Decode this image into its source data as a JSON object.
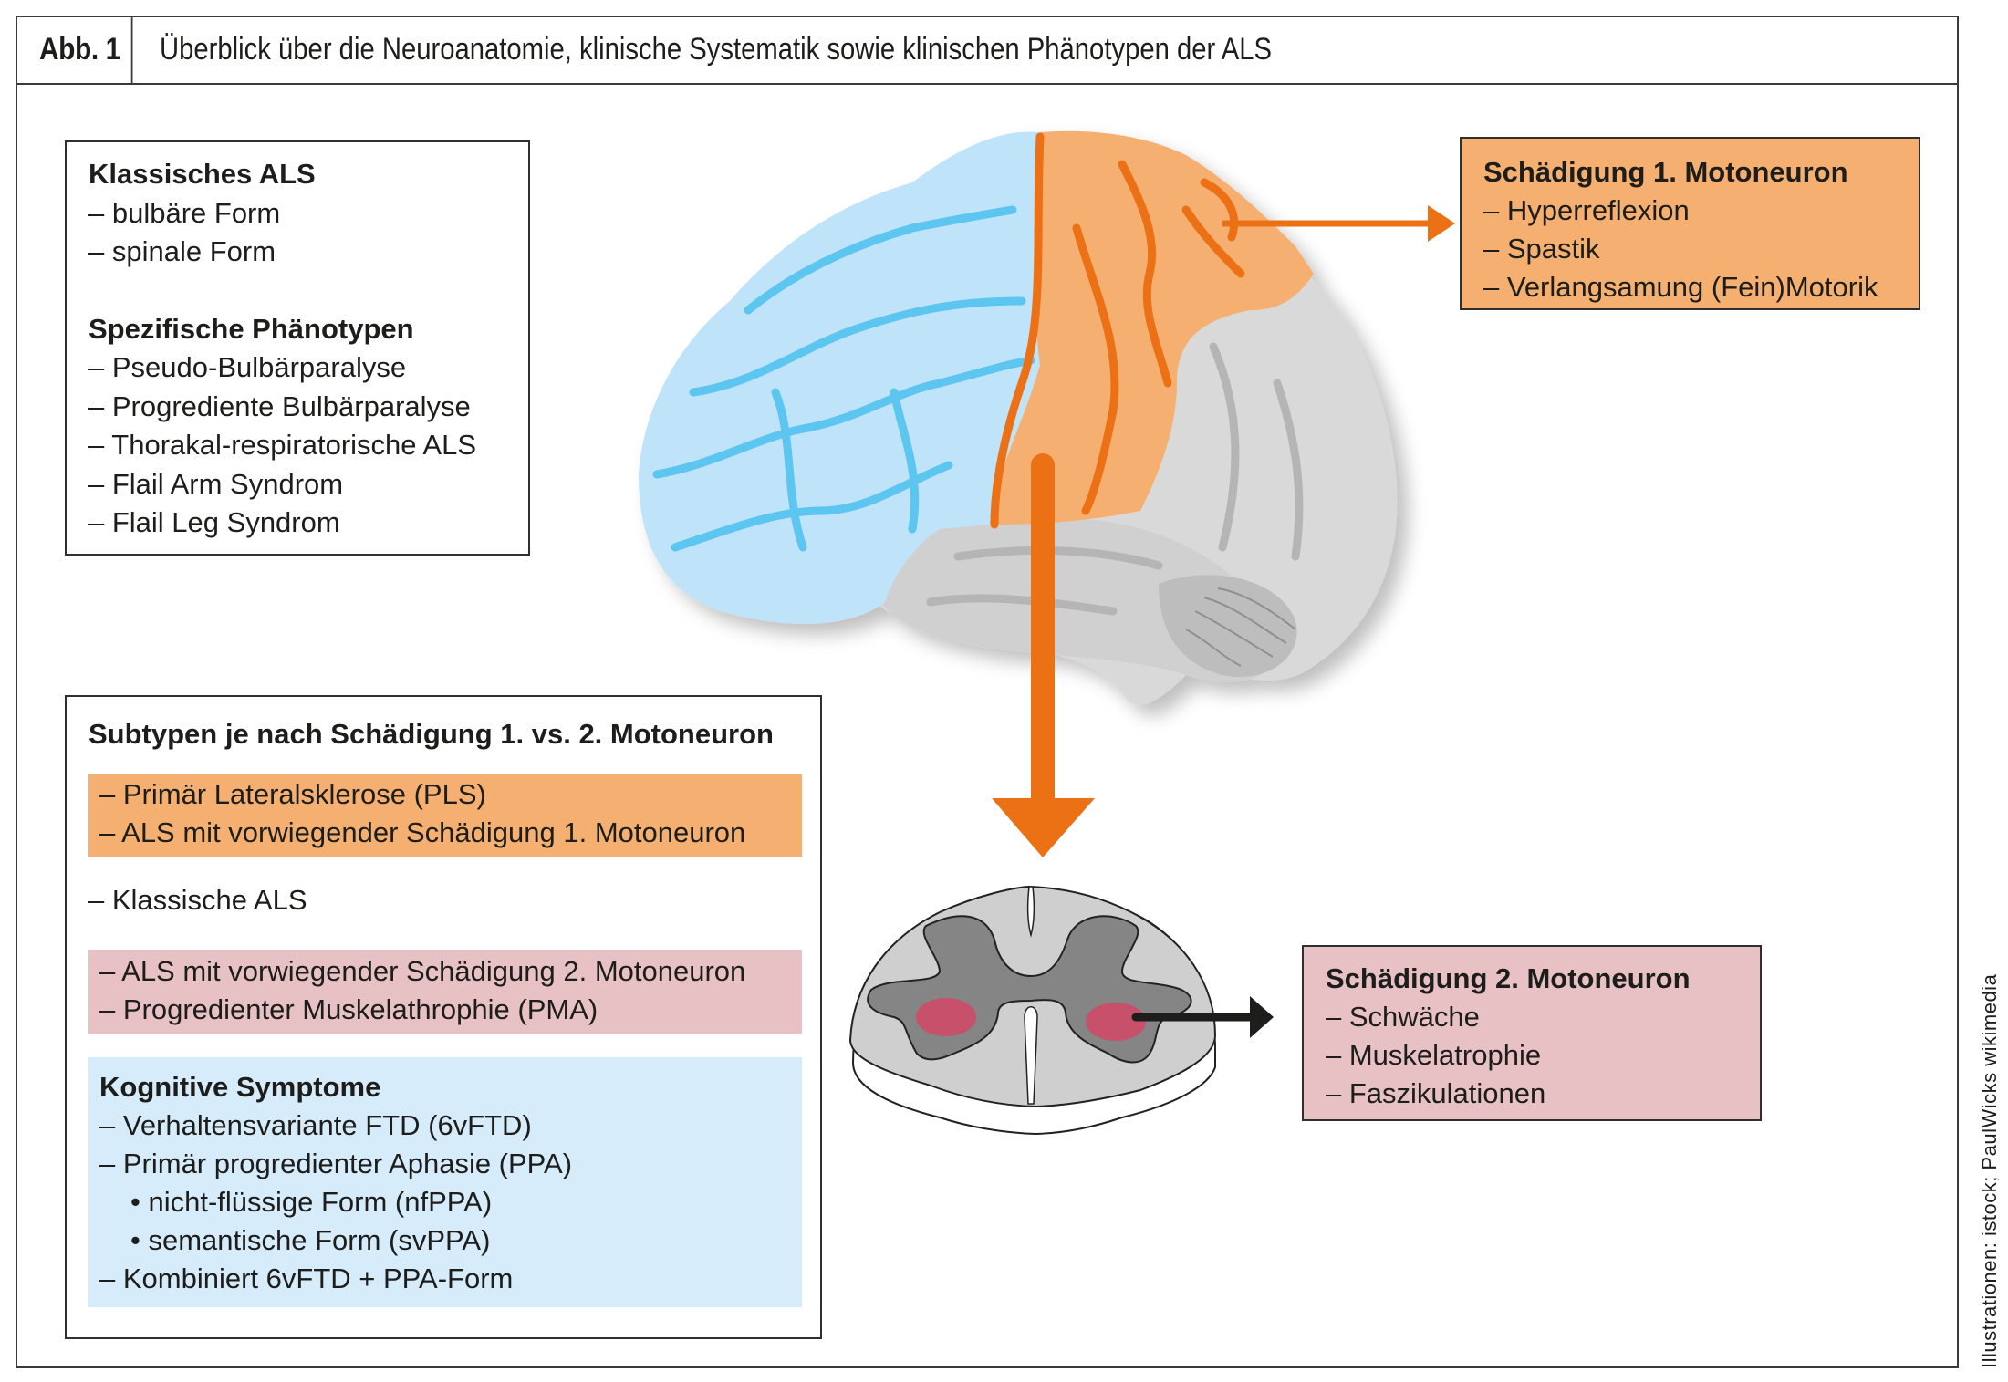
{
  "header": {
    "figure_label": "Abb. 1",
    "title": "Überblick über die Neuroanatomie, klinische Systematik sowie klinischen Phänotypen der ALS"
  },
  "classic_box": {
    "section1_title": "Klassisches ALS",
    "section1_items": [
      "– bulbäre Form",
      "– spinale Form"
    ],
    "section2_title": "Spezifische Phänotypen",
    "section2_items": [
      "– Pseudo-Bulbärparalyse",
      "– Progrediente Bulbärparalyse",
      "– Thorakal-respiratorische ALS",
      "– Flail Arm Syndrom",
      "– Flail Leg Syndrom"
    ]
  },
  "upper_motor_neuron_box": {
    "title": "Schädigung 1. Motoneuron",
    "items": [
      "– Hyperreflexion",
      "– Spastik",
      "– Verlangsamung (Fein)Motorik"
    ],
    "color": "#f5b071"
  },
  "lower_motor_neuron_box": {
    "title": "Schädigung 2. Motoneuron",
    "items": [
      "– Schwäche",
      "– Muskelatrophie",
      "– Faszikulationen"
    ],
    "color": "#e8c1c5"
  },
  "subtypes_box": {
    "title": "Subtypen je nach Schädigung 1. vs. 2. Motoneuron",
    "umn_items": [
      "– Primär Lateralsklerose (PLS)",
      "– ALS mit vorwiegender Schädigung 1. Motoneuron"
    ],
    "classic_item": "– Klassische ALS",
    "lmn_items": [
      "– ALS mit vorwiegender Schädigung 2. Motoneuron",
      "– Progredienter Muskelathrophie (PMA)"
    ],
    "cognitive": {
      "title": "Kognitive Symptome",
      "items": [
        {
          "text": "– Verhaltensvariante FTD (6vFTD)",
          "level": 0
        },
        {
          "text": "– Primär progredienter Aphasie (PPA)",
          "level": 0
        },
        {
          "text": "• nicht-flüssige Form (nfPPA)",
          "level": 1
        },
        {
          "text": "• semantische Form (svPPA)",
          "level": 1
        },
        {
          "text": "– Kombiniert 6vFTD + PPA-Form",
          "level": 0
        }
      ],
      "color": "#d7ecfb"
    }
  },
  "colors": {
    "arrow_orange": "#ec7014",
    "brain_blue": "#bfe3f8",
    "brain_blue_sulci": "#5bc5f0",
    "brain_orange": "#f5b071",
    "brain_grey": "#d9d9d9",
    "lesion_red": "#c7506b",
    "arrow_black": "#1d1d1b"
  },
  "credit": "Illustrationen: istock; PaulWicks wikimedia"
}
